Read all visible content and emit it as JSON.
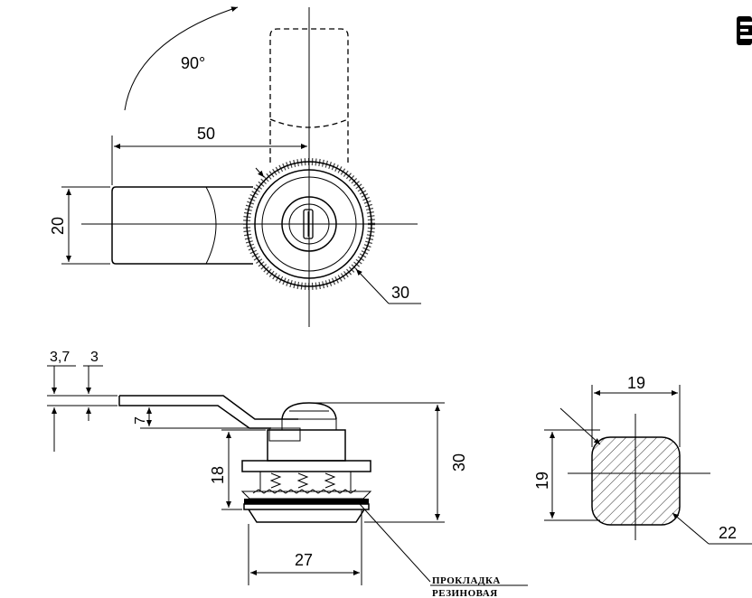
{
  "top_view": {
    "angle_label": "90°",
    "width_label": "50",
    "height_label": "20",
    "bezel_label": "30"
  },
  "side_view": {
    "thickness_a_label": "3,7",
    "thickness_b_label": "3",
    "offset_label": "7",
    "thread_label": "18",
    "total_label": "30",
    "base_label": "27",
    "gasket_note_line1": "ПРОКЛАДКА",
    "gasket_note_line2": "РЕЗИНОВАЯ"
  },
  "cutout_view": {
    "width_label": "19",
    "height_label": "19",
    "diameter_label": "22"
  }
}
